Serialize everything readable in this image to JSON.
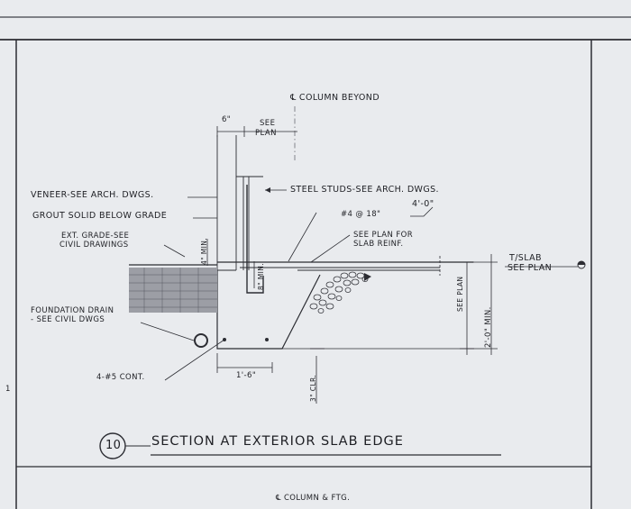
{
  "drawing": {
    "title": "SECTION AT EXTERIOR SLAB EDGE",
    "detail_number": "10",
    "footer_note": "℄ COLUMN & FTG.",
    "stray_mark": "1"
  },
  "labels": {
    "column_beyond": "℄ COLUMN BEYOND",
    "dim_6in": "6\"",
    "see_plan_top_1": "SEE",
    "see_plan_top_2": "PLAN",
    "veneer": "VENEER-SEE ARCH. DWGS.",
    "grout": "GROUT SOLID BELOW GRADE",
    "ext_grade_1": "EXT. GRADE-SEE",
    "ext_grade_2": "CIVIL DRAWINGS",
    "steel_studs": "STEEL STUDS-SEE ARCH. DWGS.",
    "dim_4ft": "4'-0\"",
    "rebar": "#4 @ 18\"",
    "see_plan_slab_1": "SEE PLAN FOR",
    "see_plan_slab_2": "SLAB REINF.",
    "tslab_1": "T/SLAB",
    "tslab_2": "SEE PLAN",
    "min_4in": "4\" MIN.",
    "min_8in": "8\" MIN.",
    "see_plan_vert": "SEE PLAN",
    "min_2ft": "2'-0\" MIN.",
    "foundation_drain_1": "FOUNDATION DRAIN",
    "foundation_drain_2": "- SEE CIVIL DWGS",
    "cont_bars": "4-#5 CONT.",
    "dim_1ft6": "1'-6\"",
    "clr_3in": "3\" CLR."
  }
}
